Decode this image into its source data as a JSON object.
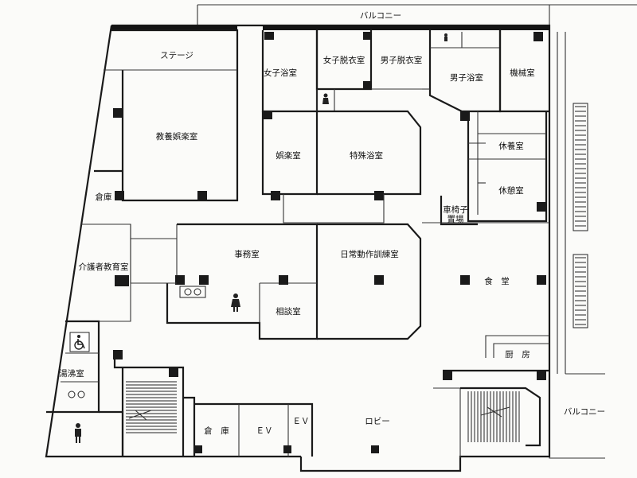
{
  "rooms": {
    "balcony_top": "バルコニー",
    "balcony_right": "バルコニー",
    "stage": "ステージ",
    "education_hall": "教養娯楽室",
    "storage_left": "倉庫",
    "caregiver_room": "介護者教育室",
    "water_heater": "湯沸室",
    "women_bath": "女子浴室",
    "women_changing": "女子脱衣室",
    "men_changing": "男子脱衣室",
    "men_bath": "男子浴室",
    "machine_room": "機械室",
    "recreation": "娯楽室",
    "special_bath": "特殊浴室",
    "nursing_room": "休養室",
    "rest_room": "休憩室",
    "wheelchair_storage_1": "車椅子",
    "wheelchair_storage_2": "置場",
    "office": "事務室",
    "training": "日常動作訓練室",
    "consultation": "相談室",
    "dining": "食　堂",
    "kitchen": "厨　房",
    "storage_bottom": "倉　庫",
    "ev1": "ＥＶ",
    "ev2": "ＥＶ",
    "lobby": "ロビー"
  },
  "icons": [
    "toilet-female-icon",
    "toilet-male-icon",
    "wheelchair-icon",
    "sink-icon"
  ]
}
